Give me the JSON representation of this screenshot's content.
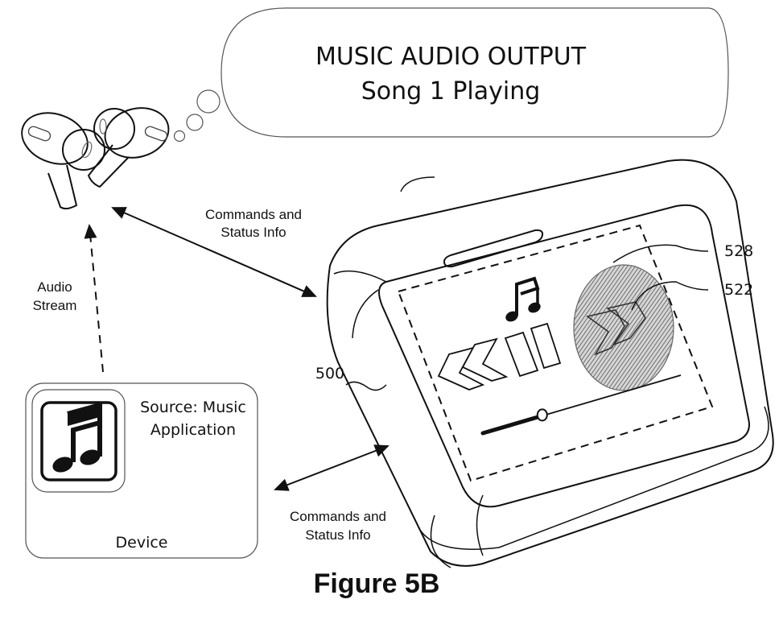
{
  "thought_bubble": {
    "title": "MUSIC AUDIO OUTPUT",
    "subtitle": "Song 1 Playing"
  },
  "arrows": {
    "top_label_line1": "Commands and",
    "top_label_line2": "Status Info",
    "bottom_label_line1": "Commands and",
    "bottom_label_line2": "Status Info",
    "audio_label_line1": "Audio",
    "audio_label_line2": "Stream"
  },
  "device": {
    "source_line1": "Source: Music",
    "source_line2": "Application",
    "label": "Device",
    "app_icon": "music-note-icon"
  },
  "case": {
    "ref_case": "500",
    "ref_touch": "528",
    "ref_control": "522",
    "controls": [
      "rewind-icon",
      "pause-icon",
      "fast-forward-icon"
    ],
    "now_playing_icon": "music-note-icon",
    "progress_fraction": 0.3
  },
  "caption": "Figure 5B",
  "colors": {
    "line": "#111111",
    "touch_fill": "#9a9a9a"
  }
}
